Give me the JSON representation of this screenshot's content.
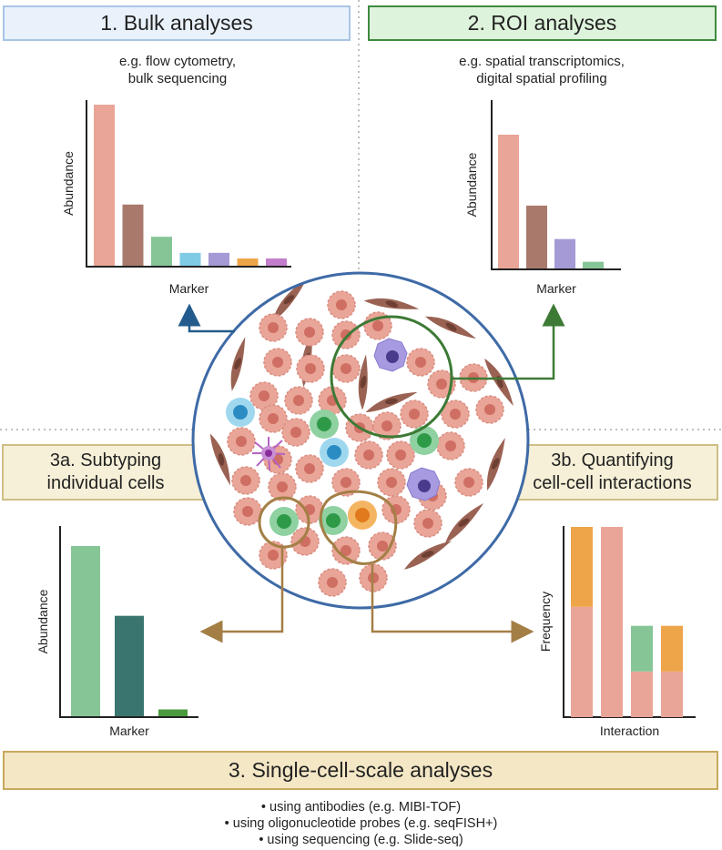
{
  "panels": {
    "bulk": {
      "title": "1. Bulk analyses",
      "subtitle": [
        "e.g. flow cytometry,",
        "bulk sequencing"
      ]
    },
    "roi": {
      "title": "2. ROI analyses",
      "subtitle": [
        "e.g. spatial transcriptomics,",
        "digital spatial profiling"
      ]
    },
    "subtyping": {
      "title": [
        "3a. Subtyping",
        "individual cells"
      ]
    },
    "interactions": {
      "title": [
        "3b. Quantifying",
        "cell-cell interactions"
      ]
    },
    "single_cell": {
      "title": "3. Single-cell-scale analyses",
      "bullets": [
        "• using antibodies (e.g. MIBI-TOF)",
        "• using oligonucleotide probes (e.g. seqFISH+)",
        "• using sequencing (e.g. Slide-seq)"
      ]
    }
  },
  "chart_data": [
    {
      "id": "bulk-chart",
      "type": "bar",
      "xlabel": "Marker",
      "ylabel": "Abundance",
      "values": [
        100,
        38,
        18,
        8,
        8,
        4.5,
        4.5
      ],
      "colors": [
        "#e9a597",
        "#a97a6b",
        "#86c596",
        "#7fcbe6",
        "#a59ad6",
        "#eea449",
        "#c37dcc"
      ],
      "ylim": [
        0,
        100
      ]
    },
    {
      "id": "roi-chart",
      "type": "bar",
      "xlabel": "Marker",
      "ylabel": "Abundance",
      "values": [
        100,
        47,
        22,
        5
      ],
      "colors": [
        "#e9a597",
        "#a97a6b",
        "#a59ad6",
        "#86c596"
      ],
      "ylim": [
        0,
        100
      ]
    },
    {
      "id": "subtype-chart",
      "type": "bar",
      "xlabel": "Marker",
      "ylabel": "Abundance",
      "values": [
        100,
        59,
        4
      ],
      "colors": [
        "#86c596",
        "#3a7570",
        "#4a9b3f"
      ],
      "ylim": [
        0,
        100
      ]
    },
    {
      "id": "interaction-chart",
      "type": "bar",
      "stacked": true,
      "xlabel": "Interaction",
      "ylabel": "Frequency",
      "series": [
        {
          "color": "#e9a597",
          "values": [
            58,
            100,
            24,
            24
          ]
        },
        {
          "color": "#eea449",
          "values": [
            42,
            0,
            0,
            24
          ]
        },
        {
          "color": "#86c596",
          "values": [
            0,
            0,
            24,
            0
          ]
        }
      ],
      "ylim": [
        0,
        100
      ]
    }
  ],
  "colors": {
    "blue_frame": "#3e6aa6",
    "green_roi": "#3d7a35",
    "brown_arrow": "#a37f45",
    "navy_arrow": "#235c8c"
  }
}
